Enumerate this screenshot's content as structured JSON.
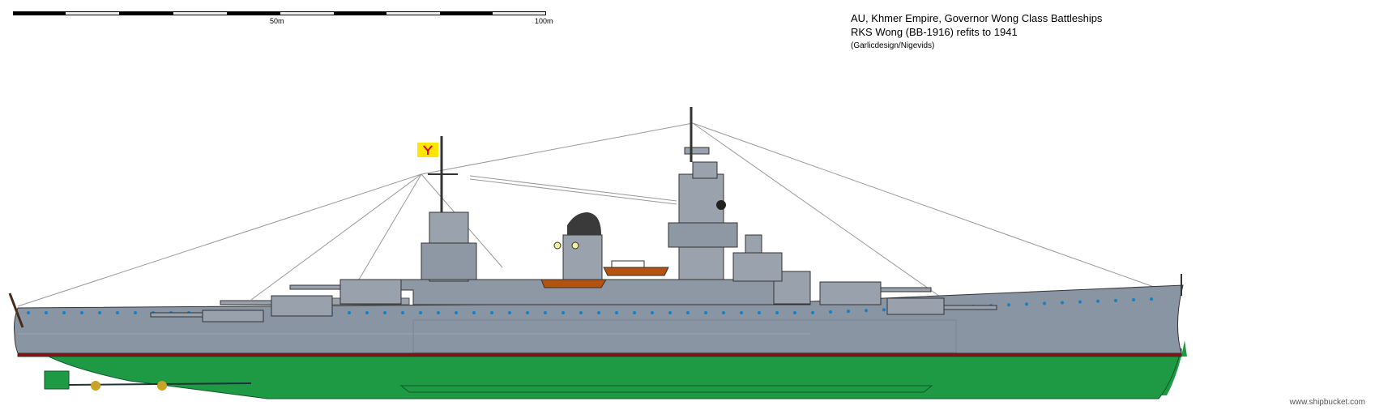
{
  "scale_bar": {
    "label_mid": "50m",
    "label_end": "100m"
  },
  "title": {
    "line1": "AU, Khmer Empire, Governor Wong Class Battleships",
    "line2": "RKS Wong (BB-1916) refits to 1941",
    "line3": "(Garlicdesign/Nigevids)"
  },
  "credit": "www.shipbucket.com",
  "colors": {
    "hull_grey": "#8a95a3",
    "superstructure": "#9aa3ad",
    "underwater": "#1e9a45",
    "boot_top": "#8b0f12",
    "flag": "#ffe600",
    "flag_emblem": "#e00000"
  }
}
